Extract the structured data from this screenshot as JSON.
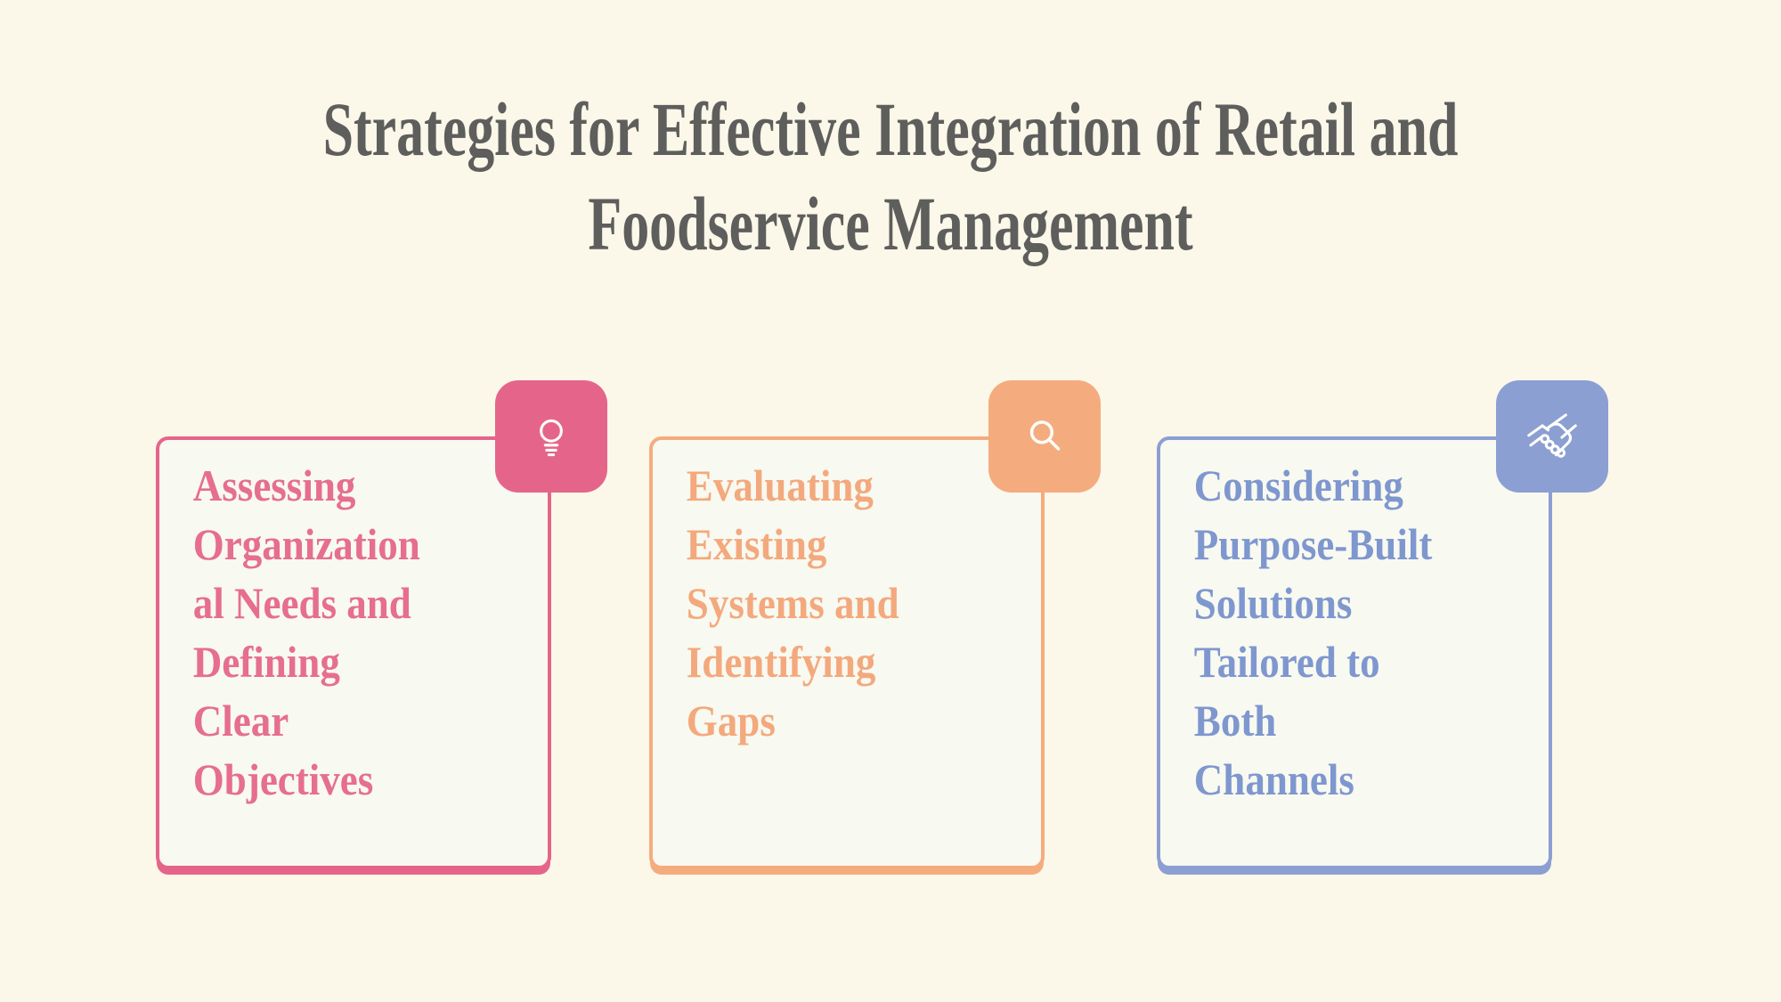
{
  "canvas": {
    "background": "#FBF7E9",
    "card_fill": "#F8F9F0"
  },
  "title": {
    "text": "Strategies for Effective Integration of Retail and\nFoodservice Management",
    "color": "#5E5E5C"
  },
  "cards": [
    {
      "name": "assessing-needs",
      "icon": "lightbulb",
      "accent": "#E5658A",
      "text_color": "#E66E8E",
      "text": "Assessing\nOrganization\nal Needs and\nDefining\nClear\nObjectives"
    },
    {
      "name": "evaluating-systems",
      "icon": "magnifier",
      "accent": "#F4AC7E",
      "text_color": "#F3A97D",
      "text": "Evaluating\nExisting\nSystems and\nIdentifying\nGaps"
    },
    {
      "name": "purpose-built-solutions",
      "icon": "handshake",
      "accent": "#8C9FD3",
      "text_color": "#7F97CF",
      "text": "Considering\nPurpose-Built\nSolutions\nTailored to\nBoth\nChannels"
    }
  ]
}
